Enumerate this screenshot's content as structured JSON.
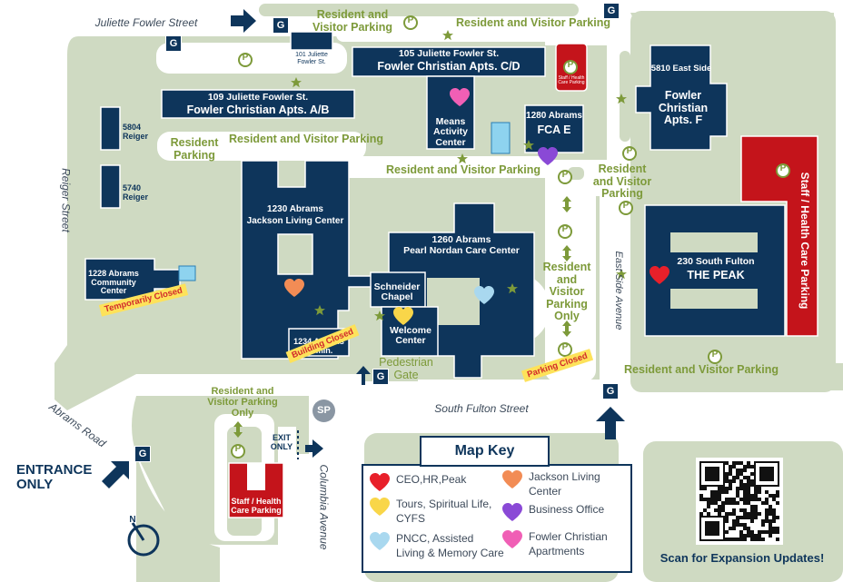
{
  "colors": {
    "ground": "#cfdac2",
    "building": "#0e355b",
    "accent_green": "#7d9a3a",
    "staff_red": "#c4141b",
    "closed_yellow": "#fde25a",
    "closed_text": "#d22b2b"
  },
  "buildings": {
    "b101": "101 Juliette Fowler St.",
    "b105_line1": "105 Juliette Fowler St.",
    "b105_line2": "Fowler Christian Apts. C/D",
    "b109_line1": "109 Juliette Fowler St.",
    "b109_line2": "Fowler Christian Apts. A/B",
    "b5810_line1": "5810 East Side",
    "b5810_line2": "Fowler Christian Apts. F",
    "b5804": "5804 Reiger",
    "b5740": "5740 Reiger",
    "means": "Means Activity Center",
    "b1280_line1": "1280 Abrams",
    "b1280_line2": "FCA E",
    "b1230_line1": "1230 Abrams",
    "b1230_line2": "Jackson Living Center",
    "b1260_line1": "1260 Abrams",
    "b1260_line2": "Pearl Nordan Care Center",
    "b1228": "1228 Abrams Community Center",
    "chapel": "Schneider Chapel",
    "welcome": "Welcome Center",
    "admin": "1234 Abrams Admin.",
    "peak_line1": "230 South Fulton",
    "peak_line2": "THE PEAK"
  },
  "parking_labels": {
    "top_center": "Resident and Visitor Parking",
    "top_right": "Resident and Visitor Parking",
    "resident_parking": "Resident Parking",
    "mid_left": "Resident and Visitor Parking",
    "mid_center": "Resident and Visitor Parking",
    "east_center": "Resident and Visitor Parking",
    "center_only": "Resident and Visitor Parking Only",
    "southeast": "Resident and Visitor Parking",
    "south_only": "Resident and Visitor Parking Only",
    "staff_small": "Staff / Health Care Parking",
    "staff_east": "Staff / Health Care Parking",
    "staff_south": "Staff / Health Care Parking"
  },
  "streets": {
    "juliette": "Juliette Fowler Street",
    "reiger": "Reiger Street",
    "abrams": "Abrams Road",
    "south_fulton": "South Fulton Street",
    "east_side": "East Side Avenue",
    "columbia": "Columbia Avenue"
  },
  "notices": {
    "temp_closed": "Temporarily Closed",
    "building_closed": "Building Closed",
    "parking_closed": "Parking Closed"
  },
  "misc": {
    "pedestrian_gate": "Pedestrian Gate",
    "entrance_only": "ENTRANCE ONLY",
    "exit_only": "EXIT ONLY",
    "gate_glyph": "G",
    "parking_glyph": "P",
    "sp_glyph": "SP",
    "north_glyph": "N",
    "scan": "Scan for Expansion Updates!"
  },
  "map_key": {
    "title": "Map Key",
    "items": [
      {
        "label": "CEO,HR,Peak",
        "color": "#e8202a"
      },
      {
        "label": "Jackson Living Center",
        "color": "#f28c55"
      },
      {
        "label": "Tours, Spiritual Life, CYFS",
        "color": "#f9d649"
      },
      {
        "label": "Business Office",
        "color": "#8a49d6"
      },
      {
        "label": "PNCC, Assisted Living & Memory Care",
        "color": "#a9d8ef"
      },
      {
        "label": "Fowler Christian Apartments",
        "color": "#f05fb5"
      }
    ]
  }
}
